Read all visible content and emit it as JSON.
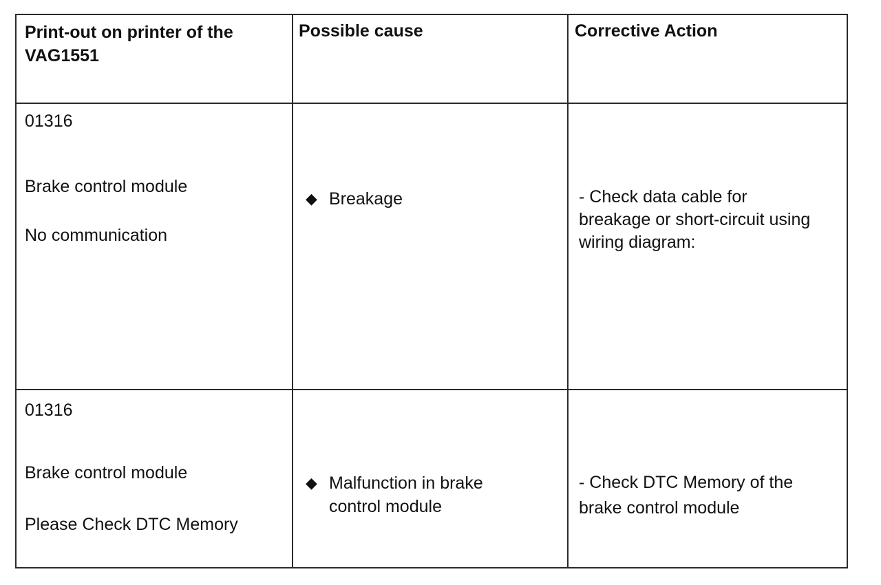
{
  "table": {
    "headers": {
      "printout_line1": "Print-out on printer of the",
      "printout_line2": "VAG1551",
      "cause": "Possible cause",
      "action": "Corrective Action"
    },
    "rows": [
      {
        "code": "01316",
        "component": "Brake control module",
        "message": "No communication",
        "bullet_icon": "diamond-bullet-icon",
        "cause_line1": "Breakage",
        "cause_line2": "",
        "action_line1": "- Check data cable for",
        "action_line2": "breakage or short-circuit using",
        "action_line3": "wiring diagram:"
      },
      {
        "code": "01316",
        "component": "Brake control module",
        "message": "Please Check DTC Memory",
        "bullet_icon": "diamond-bullet-icon",
        "cause_line1": "Malfunction in brake",
        "cause_line2": "control module",
        "action_line1": "- Check DTC Memory of the",
        "action_line2": "brake control module",
        "action_line3": ""
      }
    ]
  }
}
